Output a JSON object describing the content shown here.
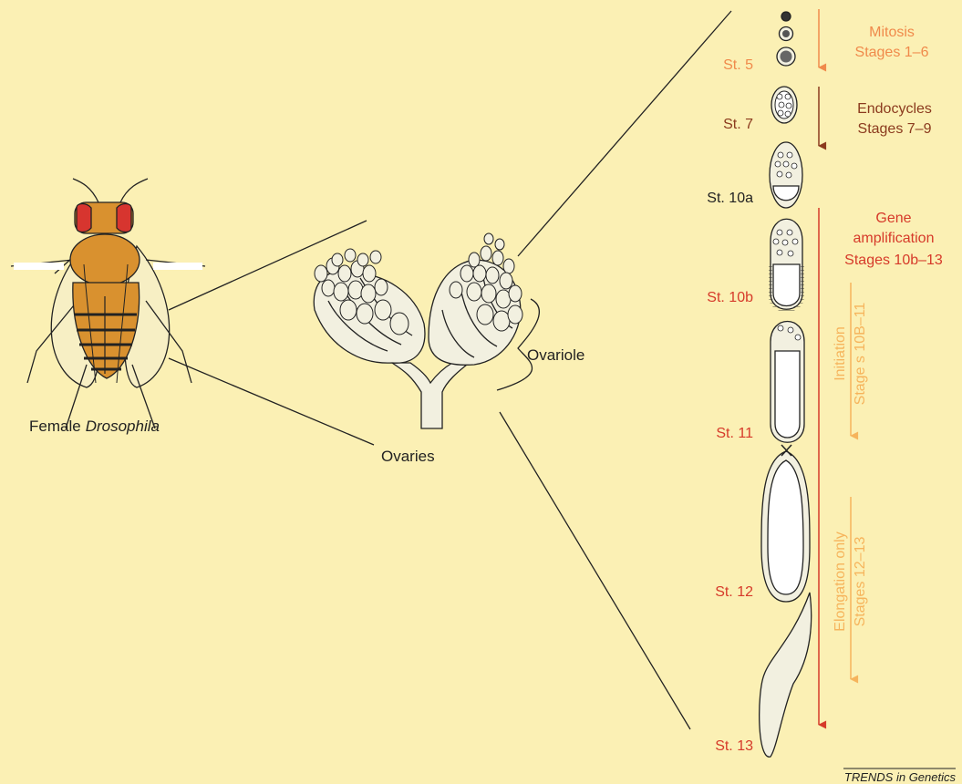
{
  "labels": {
    "fly": "Female",
    "fly_species": "Drosophila",
    "ovaries": "Ovaries",
    "ovariole": "Ovariole",
    "credit": "TRENDS in Genetics"
  },
  "stages": [
    "St. 5",
    "St. 7",
    "St. 10a",
    "St. 10b",
    "St. 11",
    "St. 12",
    "St. 13"
  ],
  "phases": {
    "mitosis_title": "Mitosis",
    "mitosis_range": "Stages 1–6",
    "endocycles_title": "Endocycles",
    "endocycles_range": "Stages 7–9",
    "gene_line1": "Gene",
    "gene_line2": "amplification",
    "gene_range": "Stages 10b–13",
    "initiation_title": "Initiation",
    "initiation_range": "Stage s 10B–11",
    "elongation_title": "Elongation only",
    "elongation_range": "Stages 12–13"
  },
  "colors": {
    "background": "#fbf0b4",
    "mitosis": "#f08a4b",
    "endocycles": "#8b3a1e",
    "gene_amp": "#d63a2a",
    "sub_phase": "#f6b45c",
    "fly_body": "#d9912f",
    "fly_eye": "#d7352f",
    "tissue_fill": "#f2f0e0"
  }
}
